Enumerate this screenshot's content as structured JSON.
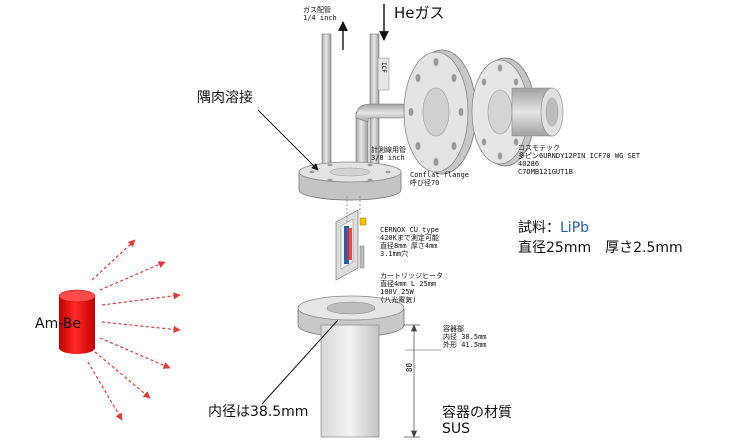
{
  "labels": {
    "gas_pipe": [
      "ガス配管",
      "1/4 inch"
    ],
    "he_gas": "Heガス",
    "corner_weld": "隅肉溶接",
    "meas_pipe": [
      "計測線用管",
      "3/8 inch"
    ],
    "conflat": [
      "Conflat flange",
      "呼び径70"
    ],
    "cosmotec": [
      "コスモテック",
      "多ピン6URNDY12PIN ICF70 WG SET",
      "40286",
      "C7OMB121GUT1B"
    ],
    "sample_label": "試料：",
    "sample_material": "LiPb",
    "sample_dims": "直径25mm　厚さ2.5mm",
    "cernox": [
      "CERNOX CU type",
      "420Kまで測定可能",
      "直径8mm 厚さ4mm",
      "3.1mm穴"
    ],
    "heater": [
      "カートリッジヒータ",
      "直径4mm L 25mm",
      "100V 25W",
      "(八光電気)"
    ],
    "vessel": [
      "容器部",
      "内径 38.5mm",
      "外形 41.5mm"
    ],
    "height_dim": "80",
    "inner_diameter": "内径は38.5mm",
    "vessel_material": [
      "容器の材質",
      "SUS"
    ],
    "source": "Am-Be",
    "flange_side_text": "ICF"
  },
  "colors": {
    "source_red": "#ee1111",
    "arrow_red": "#e53935",
    "sample_blue": "#1f5fb3",
    "metal_light": "#e4e4e4",
    "metal_mid": "#c9c9c9",
    "metal_dark": "#9a9a9a"
  }
}
